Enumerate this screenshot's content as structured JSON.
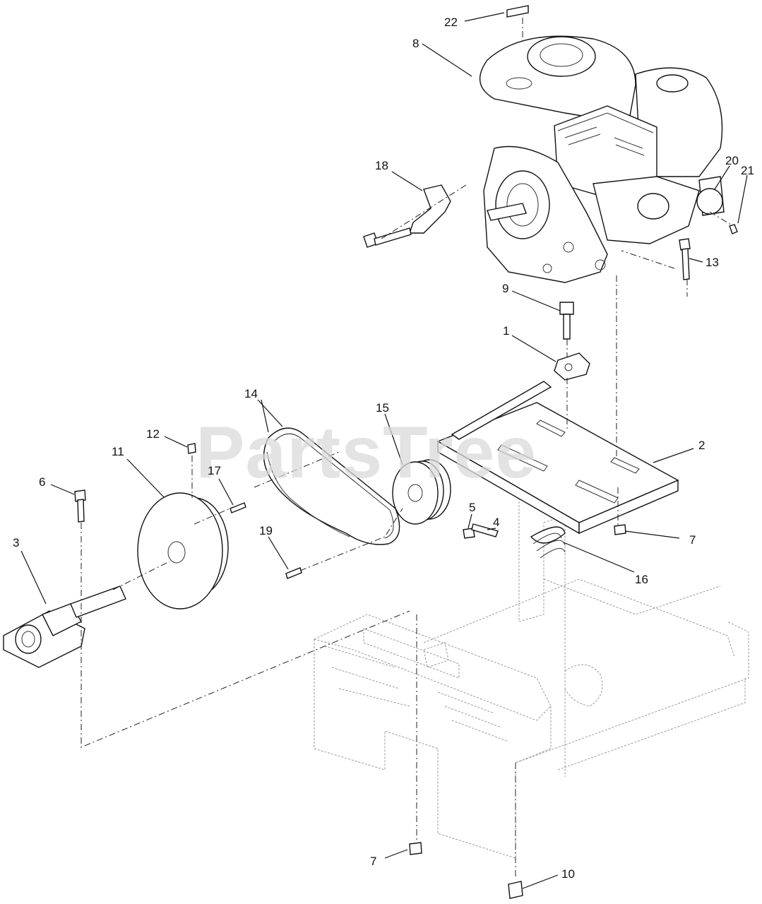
{
  "watermark": "PartsTree",
  "callouts": [
    {
      "id": "c22",
      "label": "22"
    },
    {
      "id": "c8",
      "label": "8"
    },
    {
      "id": "c18",
      "label": "18"
    },
    {
      "id": "c20",
      "label": "20"
    },
    {
      "id": "c21",
      "label": "21"
    },
    {
      "id": "c13",
      "label": "13"
    },
    {
      "id": "c9",
      "label": "9"
    },
    {
      "id": "c1",
      "label": "1"
    },
    {
      "id": "c14",
      "label": "14"
    },
    {
      "id": "c15",
      "label": "15"
    },
    {
      "id": "c2",
      "label": "2"
    },
    {
      "id": "c12",
      "label": "12"
    },
    {
      "id": "c11",
      "label": "11"
    },
    {
      "id": "c17",
      "label": "17"
    },
    {
      "id": "c6",
      "label": "6"
    },
    {
      "id": "c5",
      "label": "5"
    },
    {
      "id": "c4",
      "label": "4"
    },
    {
      "id": "c3",
      "label": "3"
    },
    {
      "id": "c19",
      "label": "19"
    },
    {
      "id": "c7a",
      "label": "7"
    },
    {
      "id": "c16",
      "label": "16"
    },
    {
      "id": "c7b",
      "label": "7"
    },
    {
      "id": "c10",
      "label": "10"
    }
  ]
}
